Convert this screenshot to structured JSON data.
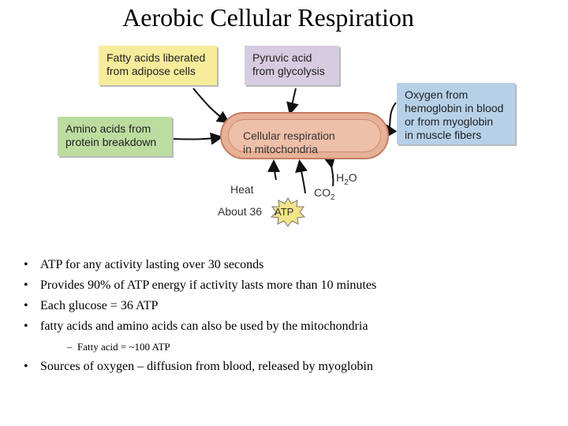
{
  "title": "Aerobic Cellular Respiration",
  "diagram": {
    "boxes": {
      "fatty_acids": [
        "Fatty acids liberated",
        "from adipose cells"
      ],
      "pyruvic_acid": [
        "Pyruvic acid",
        "from glycolysis"
      ],
      "amino_acids": [
        "Amino acids from",
        "protein breakdown"
      ],
      "oxygen": [
        "Oxygen from",
        "hemoglobin in blood",
        "or from myoglobin",
        "in muscle fibers"
      ]
    },
    "center": [
      "Cellular respiration",
      "in mitochondria"
    ],
    "outputs": {
      "water_main": "H",
      "water_sub": "2",
      "water_end": "O",
      "heat": "Heat",
      "co2_main": "CO",
      "co2_sub": "2",
      "about": "About 36",
      "atp": "ATP"
    },
    "colors": {
      "yellow": "#f7ec9c",
      "lilac": "#d6cbe0",
      "green": "#bcdca0",
      "blue": "#b6d0e8",
      "mitochondrion": "#e7b198",
      "arrow": "#111111"
    }
  },
  "bullets": [
    {
      "marker": "•",
      "text": "ATP for any activity lasting over 30 seconds"
    },
    {
      "marker": "•",
      "text": "Provides 90% of ATP energy if activity lasts more than 10 minutes"
    },
    {
      "marker": "•",
      "text": "Each glucose = 36 ATP"
    },
    {
      "marker": "•",
      "text": "fatty acids and amino acids can also be used by the mitochondria"
    }
  ],
  "sub_bullet": {
    "marker": "–",
    "text": "Fatty acid = ~100 ATP"
  },
  "last_bullet": {
    "marker": "•",
    "text": "Sources of oxygen – diffusion from blood, released by myoglobin"
  }
}
